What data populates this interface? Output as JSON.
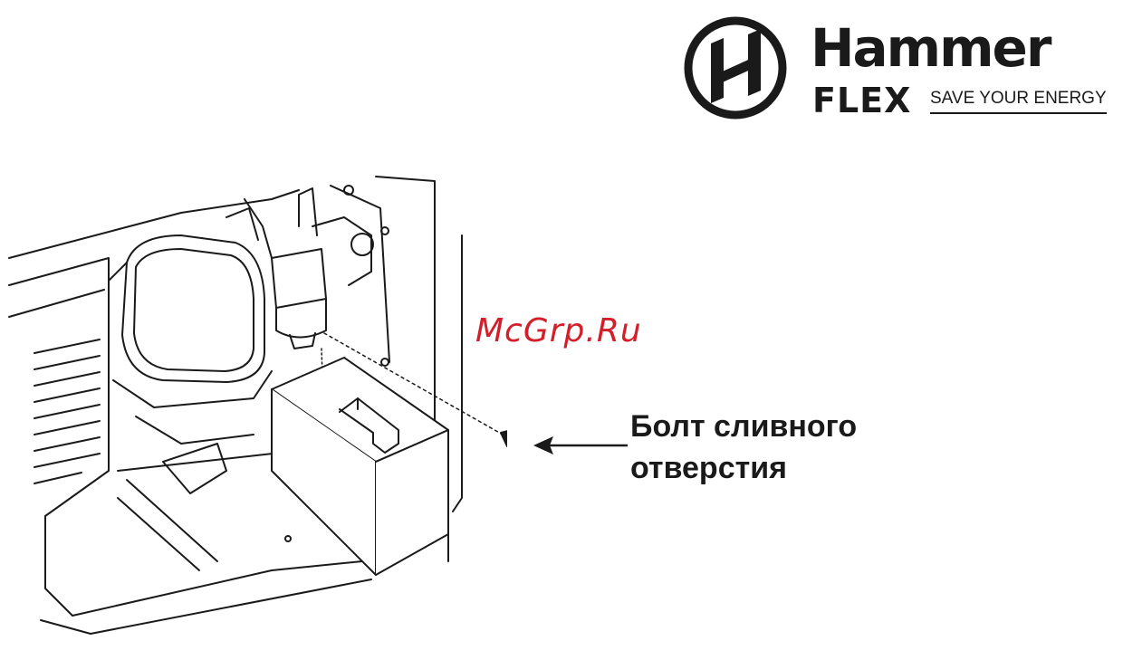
{
  "logo": {
    "brand": "Hammer",
    "sub": "FLEX",
    "slogan": "SAVE YOUR ENERGY",
    "emblem_icon": "hammer-emblem-icon"
  },
  "watermark": {
    "text": "McGrp.Ru",
    "color": "#d21f2a"
  },
  "illustration": {
    "icon": "generator-drain-bolt-illustration"
  },
  "callout": {
    "line1": "Болт сливного",
    "line2": "отверстия"
  }
}
